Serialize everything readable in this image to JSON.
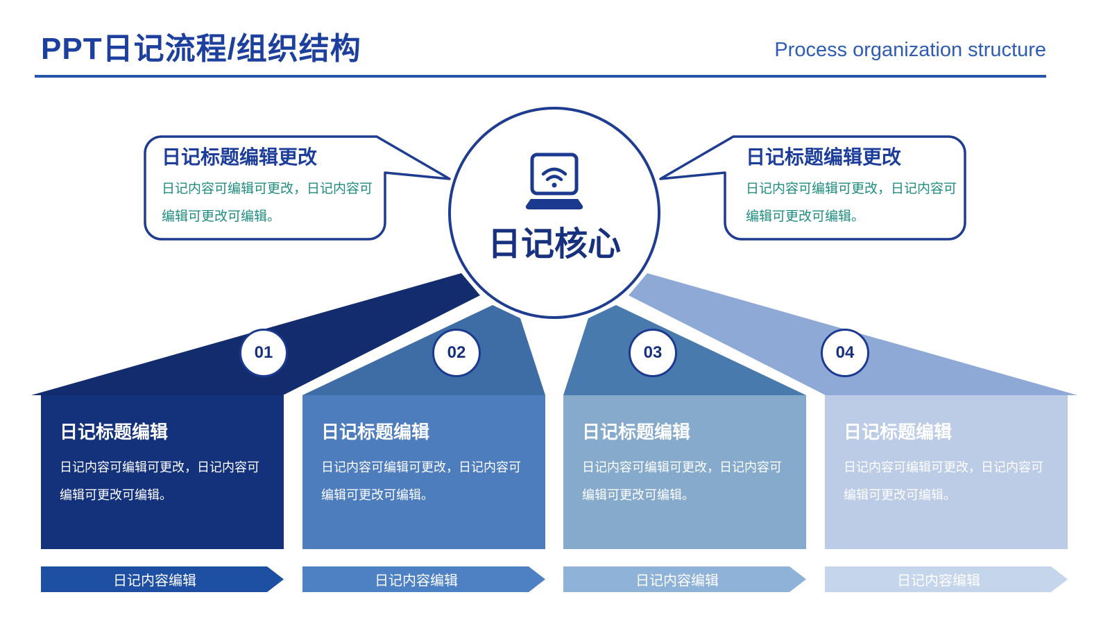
{
  "header": {
    "title": "PPT日记流程/组织结构",
    "subtitle": "Process organization structure"
  },
  "core": {
    "label": "日记核心",
    "icon": "laptop-wifi-icon"
  },
  "callouts": {
    "left": {
      "title": "日记标题编辑更改",
      "body": "日记内容可编辑可更改，日记内容可编辑可更改可编辑。"
    },
    "right": {
      "title": "日记标题编辑更改",
      "body": "日记内容可编辑可更改，日记内容可编辑可更改可编辑。"
    }
  },
  "steps": [
    {
      "number": "01",
      "title": "日记标题编辑",
      "body": "日记内容可编辑可更改，日记内容可编辑可更改可编辑。",
      "banner": "日记内容编辑",
      "colors": {
        "card": "#14327b",
        "ray": "#122c6e",
        "banner": "#1d4fa3"
      }
    },
    {
      "number": "02",
      "title": "日记标题编辑",
      "body": "日记内容可编辑可更改，日记内容可编辑可更改可编辑。",
      "banner": "日记内容编辑",
      "colors": {
        "card": "#4e7dbe",
        "ray": "#3e6da6",
        "banner": "#4e80c4"
      }
    },
    {
      "number": "03",
      "title": "日记标题编辑",
      "body": "日记内容可编辑可更改，日记内容可编辑可更改可编辑。",
      "banner": "日记内容编辑",
      "colors": {
        "card": "#85aacc",
        "ray": "#497aad",
        "banner": "#8fb2d8"
      }
    },
    {
      "number": "04",
      "title": "日记标题编辑",
      "body": "日记内容可编辑可更改，日记内容可编辑可更改可编辑。",
      "banner": "日记内容编辑",
      "colors": {
        "card": "#bccbe6",
        "ray": "#8ea9d6",
        "banner": "#c5d5ec"
      }
    }
  ],
  "palette": {
    "navy": "#1b3a8f",
    "title_blue": "#1d3f9d",
    "subtitle_blue": "#2e5cb4",
    "rule_blue": "#2856ab",
    "teal_text": "#1f8c80",
    "white": "#ffffff"
  }
}
